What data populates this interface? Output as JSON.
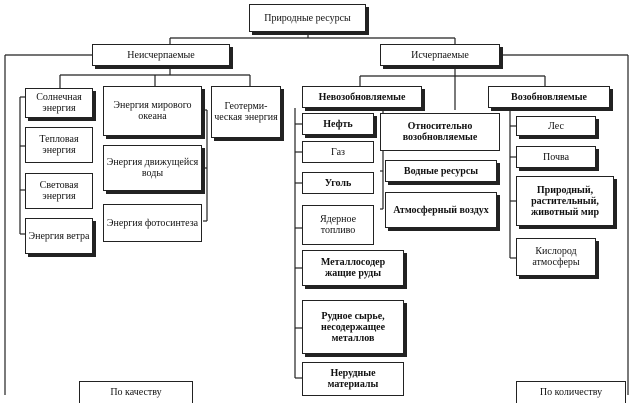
{
  "root": "Природные ресурсы",
  "inexhaustible": {
    "label": "Неисчерпаемые",
    "col1": [
      "Солнечная энергия",
      "Тепловая энергия",
      "Световая энергия",
      "Энергия ветра"
    ],
    "col2": [
      "Энергия мирового океана",
      "Энергия движущейся воды",
      "Энергия фотосинтеза"
    ],
    "col3": [
      "Геотерми-ческая энергия"
    ]
  },
  "exhaustible": {
    "label": "Исчерпаемые",
    "nonrenewable": {
      "label": "Невозобновляемые",
      "items": [
        "Нефть",
        "Газ",
        "Уголь",
        "Ядерное топливо",
        "Металлосодер жащие руды",
        "Рудное сырье, несодержащее металлов",
        "Нерудные материалы"
      ]
    },
    "relative": {
      "items": [
        "Относительно возобновляемые",
        "Водные ресурсы",
        "Атмосферный воздух"
      ]
    },
    "renewable": {
      "label": "Возобновляемые",
      "items": [
        "Лес",
        "Почва",
        "Природный, растительный, животный мир",
        "Кислород атмосферы"
      ]
    }
  },
  "bottom": {
    "by_quality": "По качеству",
    "by_quantity": "По количеству"
  }
}
